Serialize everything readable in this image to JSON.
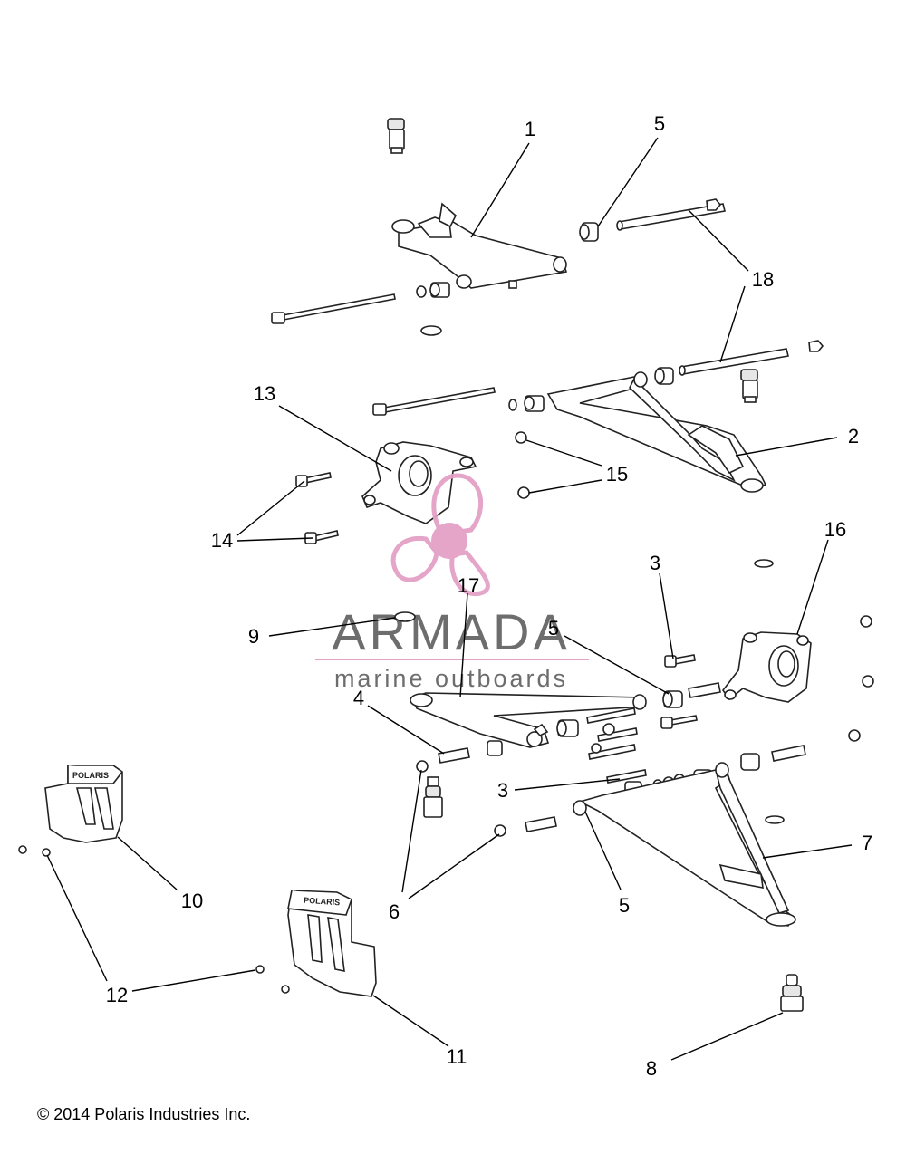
{
  "callouts": {
    "c1": "1",
    "c2": "2",
    "c3a": "3",
    "c3b": "3",
    "c4": "4",
    "c5a": "5",
    "c5b": "5",
    "c5c": "5",
    "c6": "6",
    "c7": "7",
    "c8": "8",
    "c9": "9",
    "c10": "10",
    "c11": "11",
    "c12": "12",
    "c13": "13",
    "c14": "14",
    "c15": "15",
    "c16": "16",
    "c17": "17",
    "c18": "18"
  },
  "watermark": {
    "brand": "ARMADA",
    "tagline": "marine outboards",
    "accent_color": "#e3a1c6"
  },
  "guard_text": "POLARIS",
  "copyright": "© 2014 Polaris Industries Inc."
}
